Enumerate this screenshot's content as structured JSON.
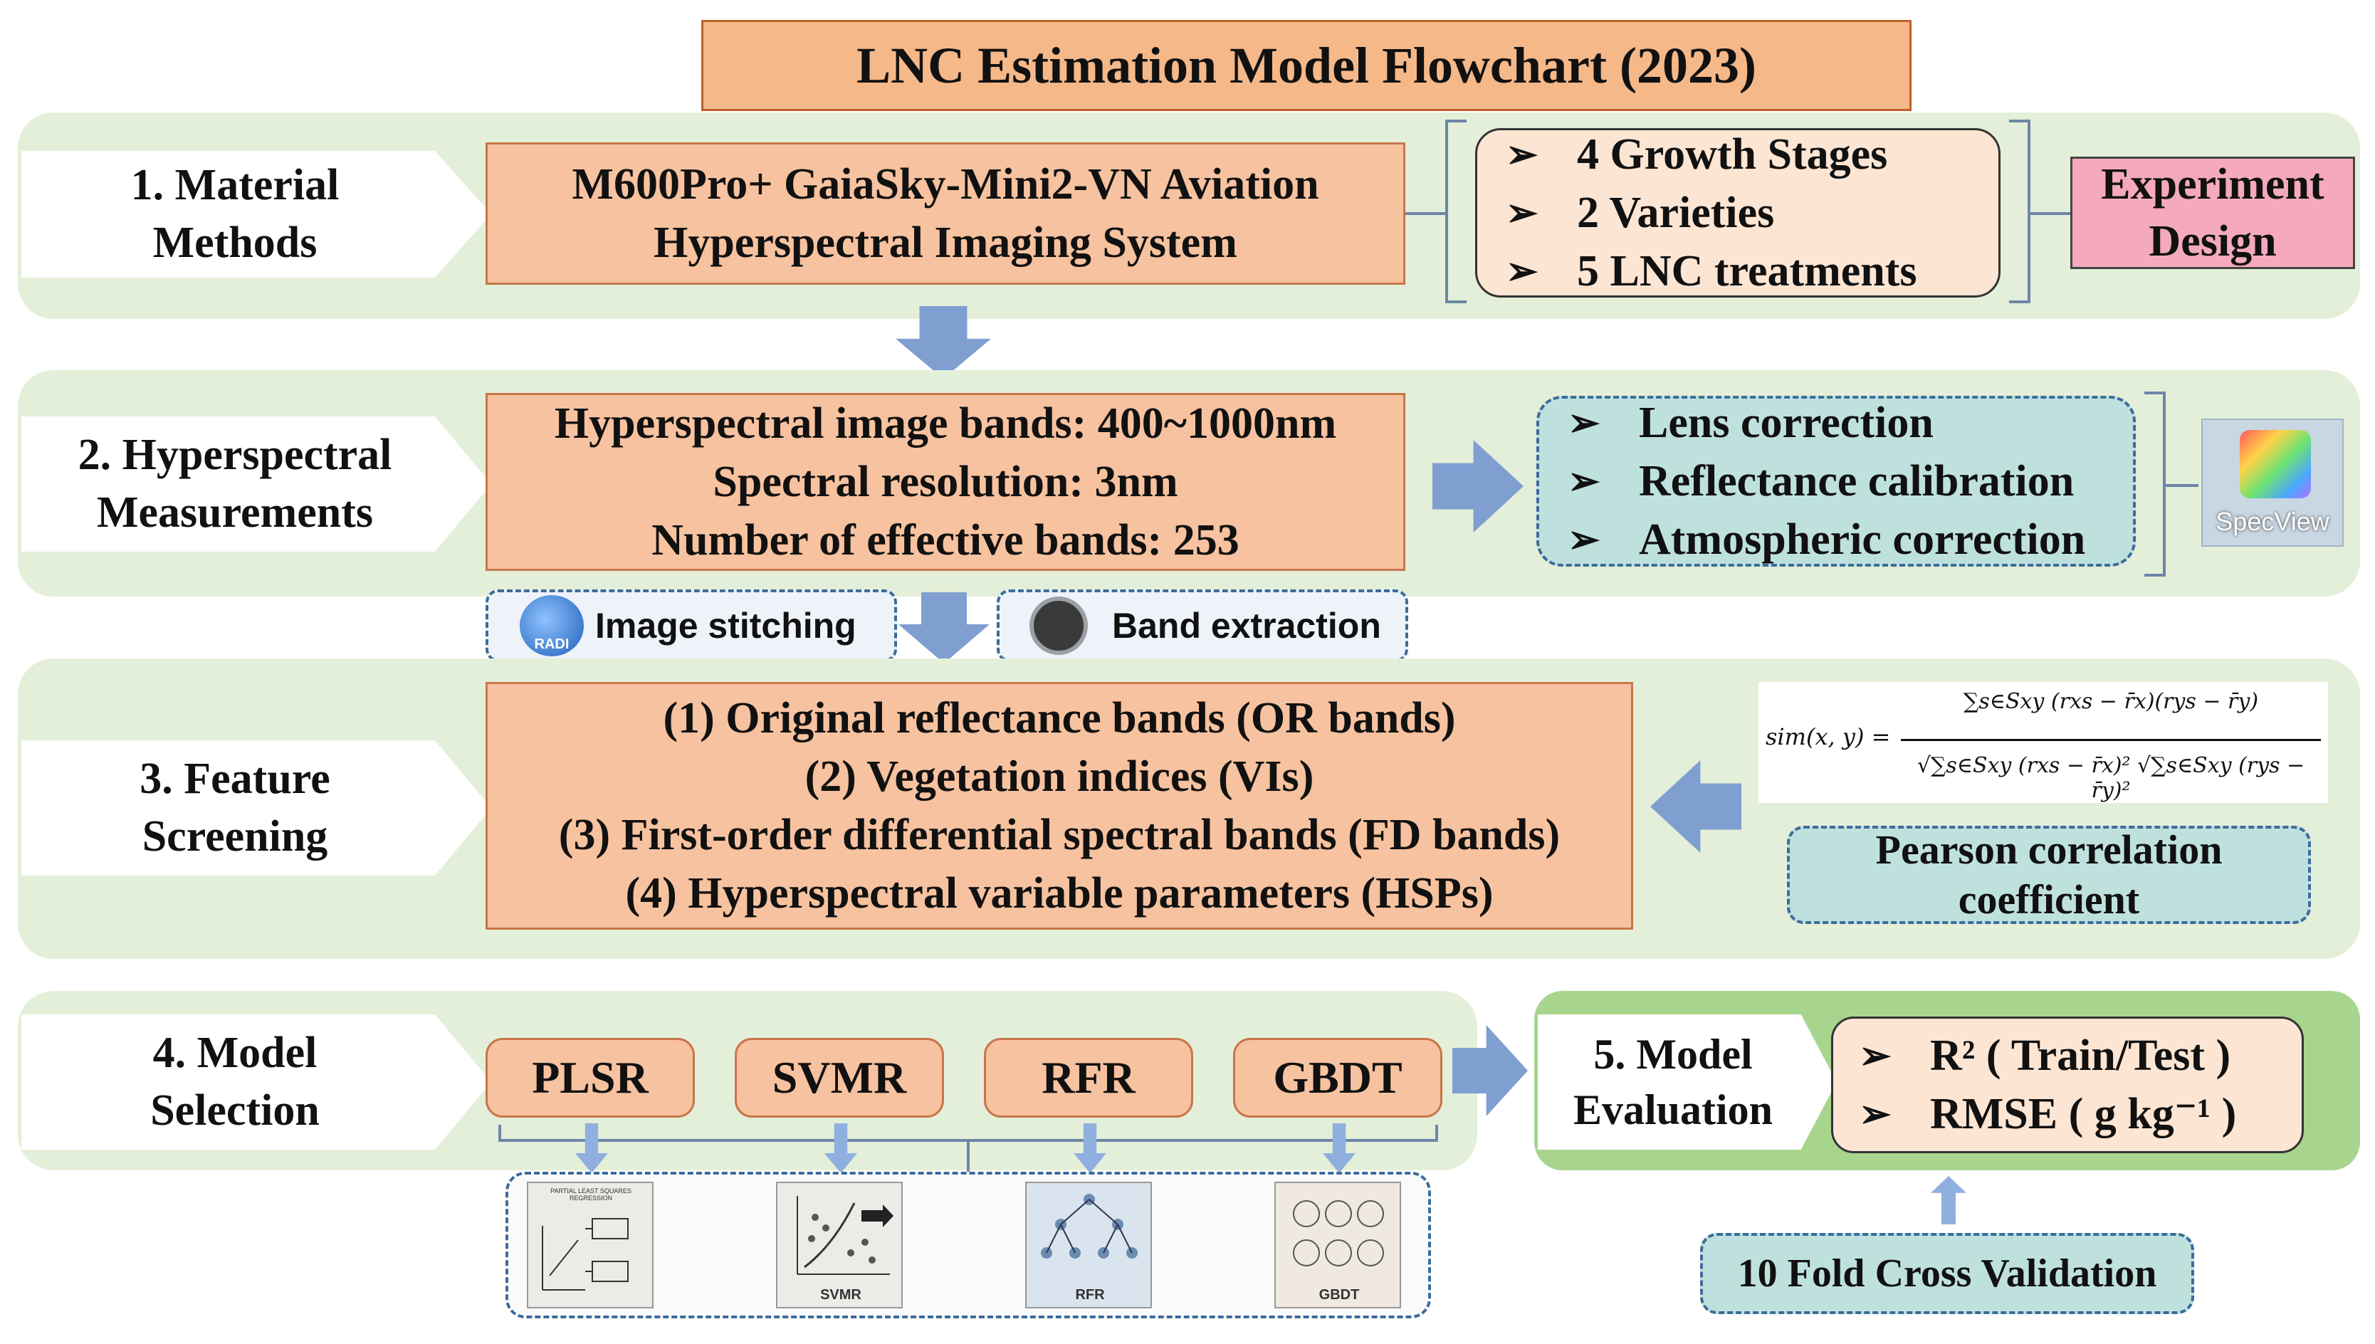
{
  "title": "LNC Estimation Model Flowchart (2023)",
  "rows": {
    "material": {
      "label": "1. Material\nMethods",
      "box_lines": [
        "M600Pro+ GaiaSky-Mini2-VN Aviation",
        "Hyperspectral Imaging System"
      ],
      "bullets": [
        "4 Growth Stages",
        "2 Varieties",
        "5 LNC treatments"
      ],
      "side_label": "Experiment\nDesign"
    },
    "hyperspectral": {
      "label": "2. Hyperspectral\nMeasurements",
      "box_lines": [
        "Hyperspectral image bands: 400~1000nm",
        "Spectral resolution: 3nm",
        "Number of effective bands: 253"
      ],
      "bullets": [
        "Lens correction",
        "Reflectance calibration",
        "Atmospheric correction"
      ],
      "software_label": "SpecView",
      "tools": [
        "Image stitching",
        "Band extraction"
      ],
      "tool_logo_text": "RADI"
    },
    "feature": {
      "label": "3. Feature\nScreening",
      "box_lines": [
        "(1) Original reflectance bands (OR bands)",
        "(2) Vegetation indices (VIs)",
        "(3) First-order differential spectral bands (FD bands)",
        "(4) Hyperspectral variable parameters (HSPs)"
      ],
      "formula_lhs": "sim(x, y) =",
      "formula_num": "∑s∈Sxy (rxs − r̄x)(rys − r̄y)",
      "formula_den": "√∑s∈Sxy (rxs − r̄x)² √∑s∈Sxy (rys − r̄y)²",
      "method_label": "Pearson correlation\ncoefficient"
    },
    "model": {
      "label": "4. Model\nSelection",
      "models": [
        "PLSR",
        "SVMR",
        "RFR",
        "GBDT"
      ],
      "thumb_captions": [
        "PARTIAL LEAST SQUARES REGRESSION",
        "SVMR",
        "RFR",
        "GBDT"
      ]
    },
    "evaluation": {
      "label": "5. Model\nEvaluation",
      "bullets": [
        "R²  ( Train/Test )",
        "RMSE ( g kg⁻¹ )"
      ],
      "validation": "10 Fold Cross Validation"
    }
  },
  "colors": {
    "band_green": "#e4efd9",
    "eval_green": "#a8d58e",
    "orange_box": "#f7c29f",
    "title_fill": "#f5b889",
    "pink_box": "#f4a9bc",
    "teal_box": "#bfe1de",
    "arrow_blue": "#7f9fd1"
  },
  "icons": [
    "right-arrow-bullet-icon",
    "block-arrow-icon",
    "specview-app-icon",
    "radi-logo-icon",
    "band-extraction-icon"
  ]
}
